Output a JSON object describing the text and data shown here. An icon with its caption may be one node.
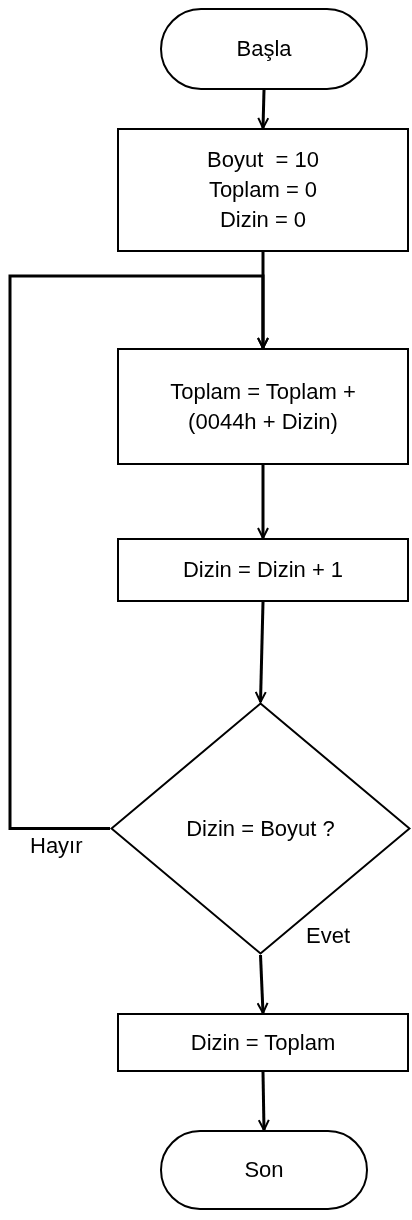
{
  "diagram": {
    "nodes": [
      {
        "text": [
          "Başla"
        ]
      },
      {
        "text": [
          "Boyut  = 10",
          "Toplam = 0",
          "Dizin = 0"
        ]
      },
      {
        "text": [
          "Toplam = Toplam + (0044h + Dizin)"
        ]
      },
      {
        "text": [
          "Dizin = Dizin + 1"
        ]
      },
      {
        "text": [
          "Dizin = Boyut ?"
        ]
      },
      {
        "text": [
          "Dizin = Toplam"
        ]
      },
      {
        "text": [
          "Son"
        ]
      }
    ],
    "edges": [
      {
        "from": 0,
        "to": 1,
        "arrow": "to"
      },
      {
        "from": 1,
        "to": 2,
        "arrow": "to"
      },
      {
        "from": 2,
        "to": 3,
        "arrow": "to"
      },
      {
        "from": 3,
        "to": 4,
        "arrow": "to"
      },
      {
        "from": 4,
        "to": 2,
        "arrow": "to",
        "label": "Hayır"
      },
      {
        "from": 4,
        "to": 5,
        "arrow": "to",
        "label": "Evet"
      },
      {
        "from": 5,
        "to": 6,
        "arrow": "to"
      }
    ]
  }
}
